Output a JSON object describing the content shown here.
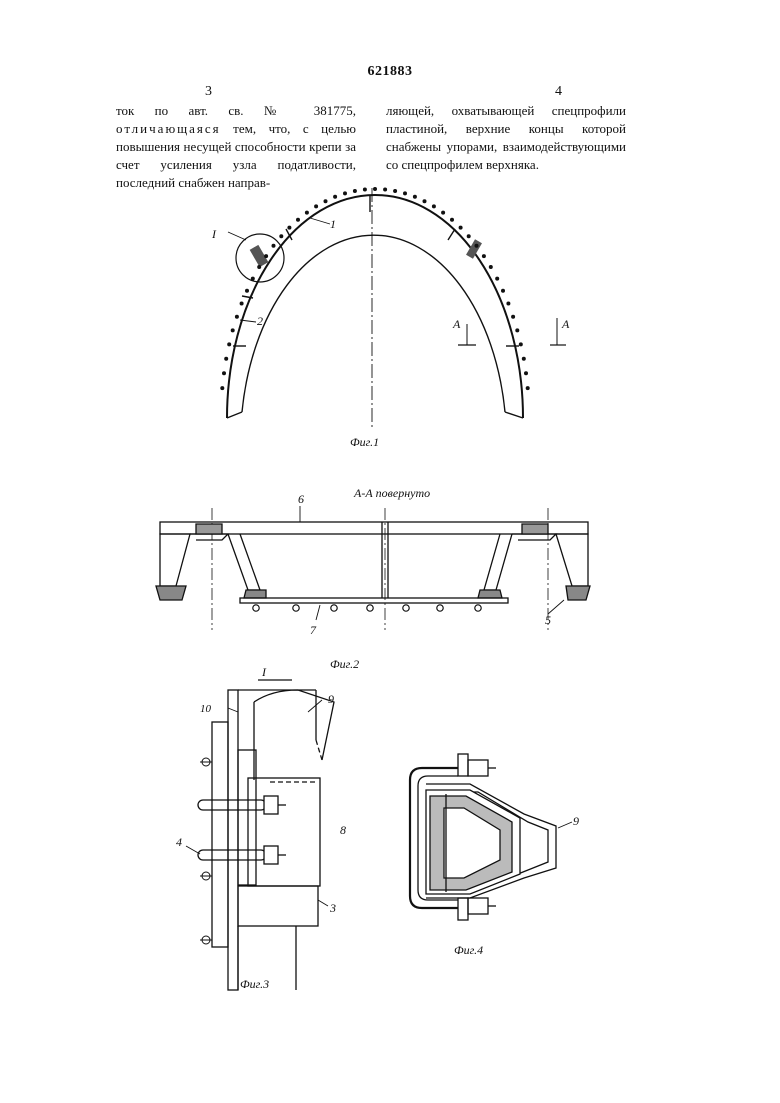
{
  "patent_number": "621883",
  "columns": {
    "left_number": "3",
    "right_number": "4",
    "left_text_1": "ток по авт. св. № 381775, ",
    "left_text_spaced": "отличающаяся",
    "left_text_2": " тем, что, с целью повышения несущей способности крепи за счет усиления узла податливости, последний снабжен направ-",
    "right_text": "ляющей, охватывающей спецпрофили пластиной, верхние концы которой снабжены упорами, взаимодействующими со спецпрофилем верхняка."
  },
  "figures": {
    "fig1": {
      "caption": "Фиг.1",
      "label_node": "I",
      "label_1": "1",
      "label_2": "2",
      "section_left": "A",
      "section_right": "A"
    },
    "fig2": {
      "caption": "Фиг.2",
      "title": "А-А повернуто",
      "label_6": "6",
      "label_7": "7",
      "label_5": "5"
    },
    "fig3": {
      "caption": "Фиг.3",
      "title": "I",
      "label_10": "10",
      "label_9": "9",
      "label_8": "8",
      "label_4": "4",
      "label_3": "3"
    },
    "fig4": {
      "caption": "Фиг.4",
      "label_9": "9"
    }
  }
}
